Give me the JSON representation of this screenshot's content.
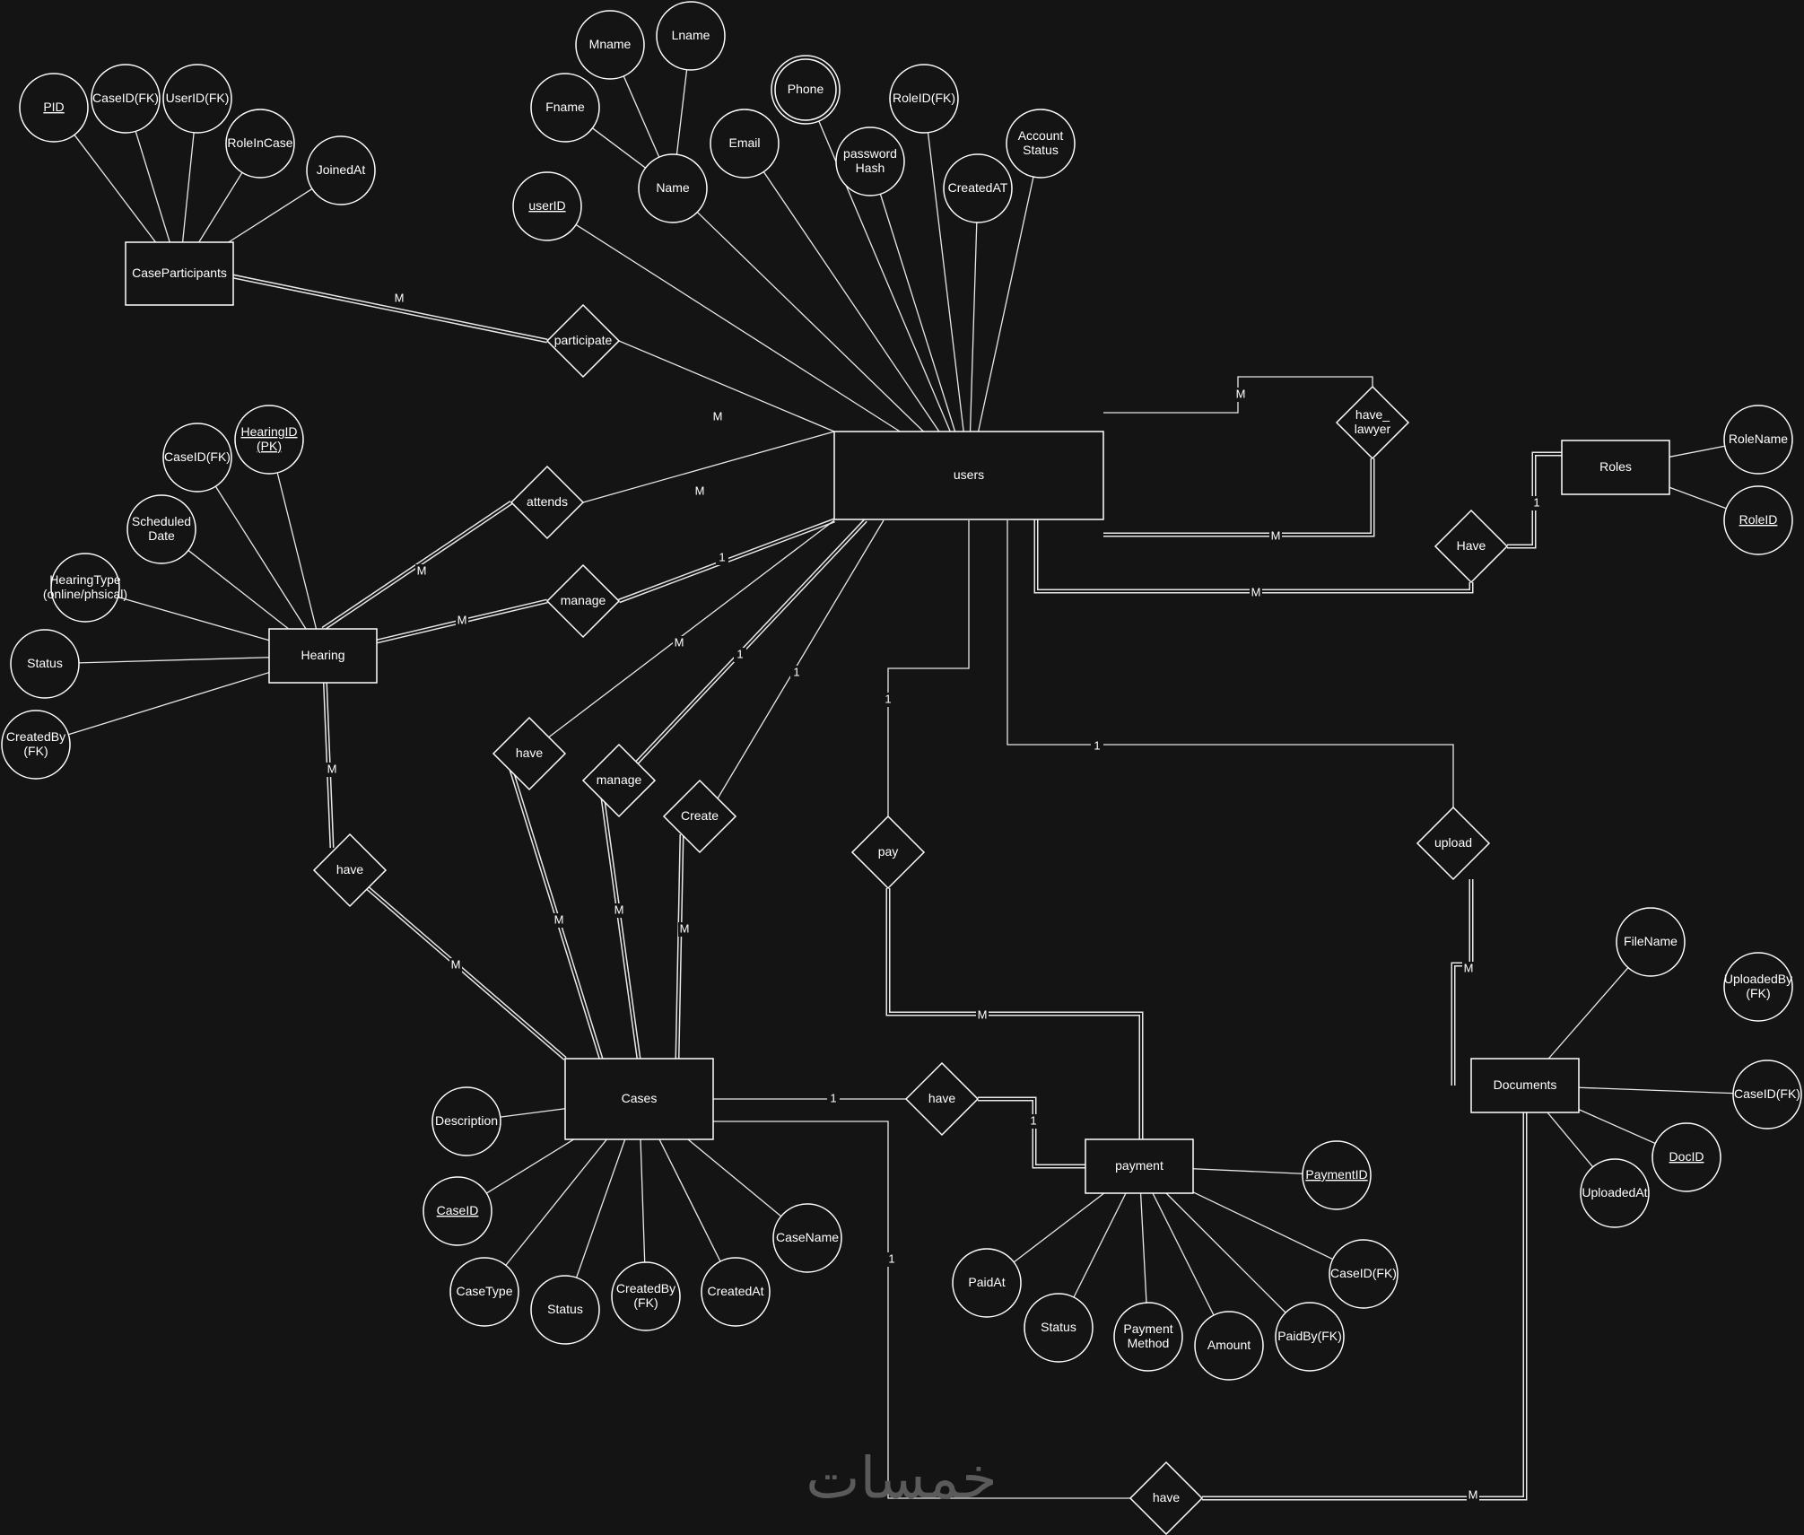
{
  "entities": [
    {
      "id": "users",
      "label": "users"
    },
    {
      "id": "caseparticipants",
      "label": "CaseParticipants"
    },
    {
      "id": "hearing",
      "label": "Hearing"
    },
    {
      "id": "cases",
      "label": "Cases"
    },
    {
      "id": "payment",
      "label": "payment"
    },
    {
      "id": "documents",
      "label": "Documents"
    },
    {
      "id": "roles",
      "label": "Roles"
    }
  ],
  "relationships": [
    {
      "id": "participate",
      "label": "participate"
    },
    {
      "id": "attends",
      "label": "attends"
    },
    {
      "id": "manage_hearing",
      "label": "manage"
    },
    {
      "id": "have_cases_user",
      "label": "have"
    },
    {
      "id": "manage_cases",
      "label": "manage"
    },
    {
      "id": "create",
      "label": "Create"
    },
    {
      "id": "have_hearing_cases",
      "label": "have"
    },
    {
      "id": "pay",
      "label": "pay"
    },
    {
      "id": "upload",
      "label": "upload"
    },
    {
      "id": "have_lawyer",
      "label": "have_ lawyer"
    },
    {
      "id": "have_roles",
      "label": "Have"
    },
    {
      "id": "have_cases_payment",
      "label": "have"
    },
    {
      "id": "have_cases_docs",
      "label": "have"
    }
  ],
  "attributes": [
    {
      "id": "pid",
      "label": "PID",
      "key": true
    },
    {
      "id": "cp_caseid",
      "label": "CaseID(FK)"
    },
    {
      "id": "cp_userid",
      "label": "UserID(FK)"
    },
    {
      "id": "roleincase",
      "label": "RoleInCase"
    },
    {
      "id": "joinedat",
      "label": "JoinedAt"
    },
    {
      "id": "mname",
      "label": "Mname"
    },
    {
      "id": "lname",
      "label": "Lname"
    },
    {
      "id": "fname",
      "label": "Fname"
    },
    {
      "id": "name",
      "label": "Name"
    },
    {
      "id": "email",
      "label": "Email"
    },
    {
      "id": "phone",
      "label": "Phone",
      "multivalued": true
    },
    {
      "id": "passwordhash",
      "label": "password Hash"
    },
    {
      "id": "u_roleid",
      "label": "RoleID(FK)"
    },
    {
      "id": "u_createdat",
      "label": "CreatedAT"
    },
    {
      "id": "accountstatus",
      "label": "Account Status"
    },
    {
      "id": "userid",
      "label": "userID",
      "key": true
    },
    {
      "id": "h_caseid",
      "label": "CaseID(FK)"
    },
    {
      "id": "hearingid",
      "label": "HearingID (PK)",
      "key": true
    },
    {
      "id": "scheduleddate",
      "label": "Scheduled Date"
    },
    {
      "id": "hearingtype",
      "label": "HearingType (online/phsical)"
    },
    {
      "id": "h_status",
      "label": "Status"
    },
    {
      "id": "h_createdby",
      "label": "CreatedBy (FK)"
    },
    {
      "id": "rolename",
      "label": "RoleName"
    },
    {
      "id": "roleid",
      "label": "RoleID",
      "key": true
    },
    {
      "id": "description",
      "label": "Description"
    },
    {
      "id": "caseid",
      "label": "CaseID",
      "key": true
    },
    {
      "id": "casetype",
      "label": "CaseType"
    },
    {
      "id": "c_status",
      "label": "Status"
    },
    {
      "id": "c_createdby",
      "label": "CreatedBy (FK)"
    },
    {
      "id": "c_createdat",
      "label": "CreatedAt"
    },
    {
      "id": "casename",
      "label": "CaseName"
    },
    {
      "id": "paymentid",
      "label": "PaymentID",
      "key": true
    },
    {
      "id": "paidat",
      "label": "PaidAt"
    },
    {
      "id": "p_status",
      "label": "Status"
    },
    {
      "id": "paymentmethod",
      "label": "Payment Method"
    },
    {
      "id": "amount",
      "label": "Amount"
    },
    {
      "id": "paidby",
      "label": "PaidBy(FK)"
    },
    {
      "id": "p_caseid",
      "label": "CaseID(FK)"
    },
    {
      "id": "filename",
      "label": "FileName"
    },
    {
      "id": "uploadedby",
      "label": "UploadedBy (FK)"
    },
    {
      "id": "d_caseid",
      "label": "CaseID(FK)"
    },
    {
      "id": "docid",
      "label": "DocID",
      "key": true
    },
    {
      "id": "uploadedat",
      "label": "UploadedAt"
    }
  ],
  "cardinalities": [
    {
      "id": "c_cp_participate",
      "label": "M"
    },
    {
      "id": "c_users_participate",
      "label": "M"
    },
    {
      "id": "c_users_attends",
      "label": "M"
    },
    {
      "id": "c_hearing_attends",
      "label": "M"
    },
    {
      "id": "c_users_manage_h",
      "label": "1"
    },
    {
      "id": "c_hearing_manage_h",
      "label": "M"
    },
    {
      "id": "c_users_have",
      "label": "M"
    },
    {
      "id": "c_users_manage_c",
      "label": "1"
    },
    {
      "id": "c_users_create",
      "label": "1"
    },
    {
      "id": "c_cases_have_u",
      "label": "M"
    },
    {
      "id": "c_cases_manage_c",
      "label": "M"
    },
    {
      "id": "c_cases_create",
      "label": "M"
    },
    {
      "id": "c_hearing_have",
      "label": "M"
    },
    {
      "id": "c_cases_have_h",
      "label": "M"
    },
    {
      "id": "c_users_pay",
      "label": "1"
    },
    {
      "id": "c_payment_pay",
      "label": "M"
    },
    {
      "id": "c_users_upload",
      "label": "1"
    },
    {
      "id": "c_docs_upload",
      "label": "M"
    },
    {
      "id": "c_lawyer_top",
      "label": "M"
    },
    {
      "id": "c_lawyer_bottom",
      "label": "M"
    },
    {
      "id": "c_roles_have",
      "label": "1"
    },
    {
      "id": "c_users_have_roles",
      "label": "M"
    },
    {
      "id": "c_cases_have_p",
      "label": "1"
    },
    {
      "id": "c_payment_have_p",
      "label": "1"
    },
    {
      "id": "c_cases_have_d",
      "label": "1"
    },
    {
      "id": "c_docs_have_d",
      "label": "M"
    }
  ],
  "watermark": "خمسات",
  "colors": {
    "background": "#141414",
    "stroke": "#ffffff",
    "text": "#ffffff",
    "watermark": "#5a5a5a"
  }
}
